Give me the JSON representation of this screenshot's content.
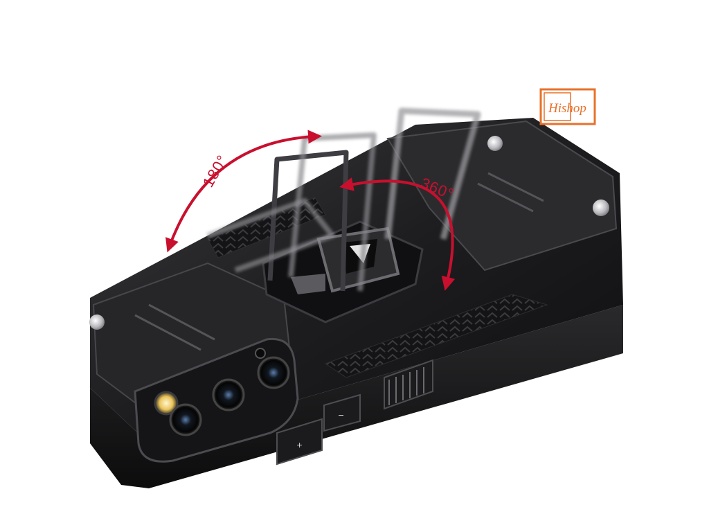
{
  "logo": {
    "text": "Hishop",
    "color": "#e8702a"
  },
  "annotations": {
    "rotation_flip": {
      "label": "180°",
      "color": "#c8102e"
    },
    "rotation_spin": {
      "label": "360°",
      "color": "#c8102e"
    }
  },
  "buttons": {
    "volume_plus": "+",
    "volume_minus": "−"
  },
  "icons": [
    "lens-icon",
    "flash-icon",
    "screw-icon",
    "curved-arrow-icon"
  ]
}
